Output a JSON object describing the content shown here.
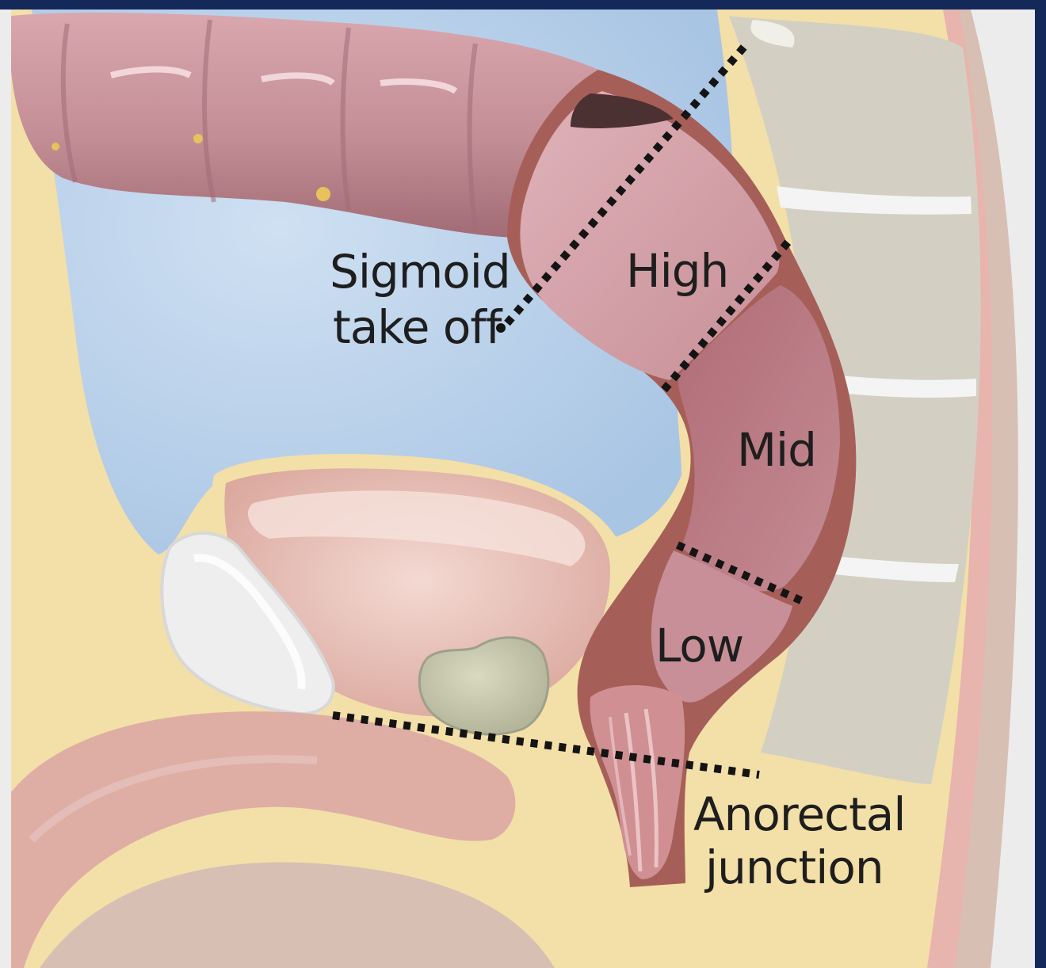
{
  "figure": {
    "labels": {
      "sigmoid_line1": "Sigmoid",
      "sigmoid_line2": "take off",
      "high": "High",
      "mid": "Mid",
      "low": "Low",
      "anorectal_line1": "Anorectal",
      "anorectal_line2": "junction"
    }
  },
  "colors": {
    "frame": "#14285a",
    "backdrop": "#ececec",
    "cavity": "#b6cfe9",
    "skin": "#d7bfb4",
    "skin_outline": "#e8b4ae",
    "fat": "#f3dfa8",
    "colon": "#c48e96",
    "colon_shade": "#a26c76",
    "rectal_wall": "#a65f58",
    "rectal_lumen": "#d19aa3",
    "mid_lumen": "#b97780",
    "bladder": "#e4b9b0",
    "bladder_inner": "#f1d6cf",
    "pubic_bone": "#eeeeee",
    "prostate": "#c8c9ae",
    "vertebra": "#d3d0c3",
    "disc": "#f4f4f4",
    "dotted_line": "#141414"
  }
}
